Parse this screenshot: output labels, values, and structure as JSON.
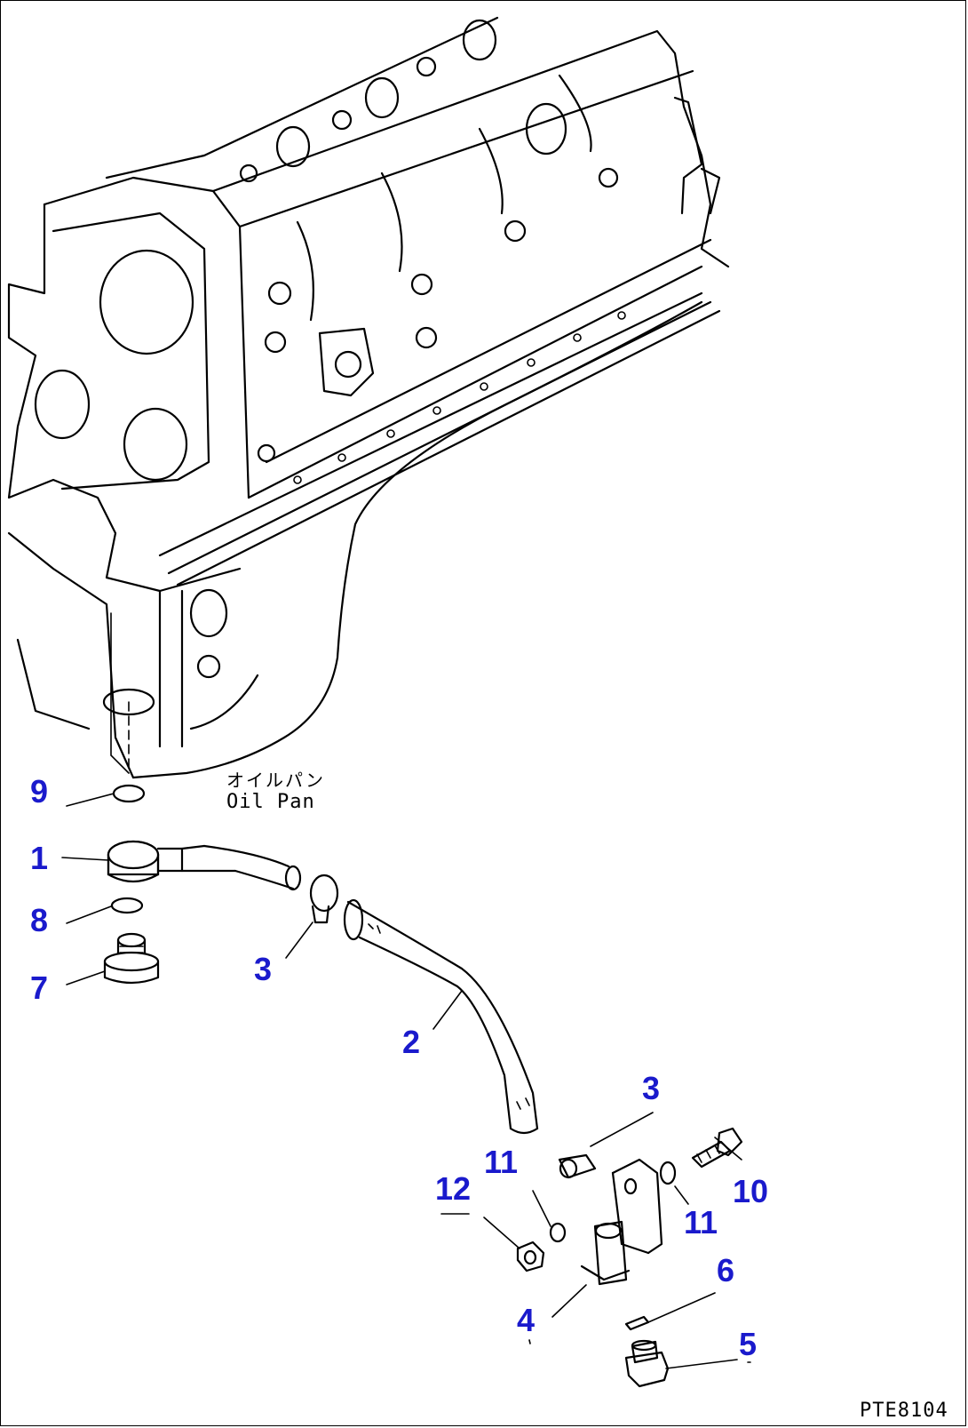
{
  "diagram": {
    "label_color": "#1a1acc",
    "oil_pan_label_jp": "オイルパン",
    "oil_pan_label_en": "Oil Pan",
    "drawing_code": "PTE8104",
    "callouts": {
      "c9": "9",
      "c1": "1",
      "c8": "8",
      "c7": "7",
      "c3a": "3",
      "c2": "2",
      "c3b": "3",
      "c11a": "11",
      "c12": "12",
      "c10": "10",
      "c11b": "11",
      "c6": "6",
      "c4": "4",
      "c5": "5"
    }
  }
}
